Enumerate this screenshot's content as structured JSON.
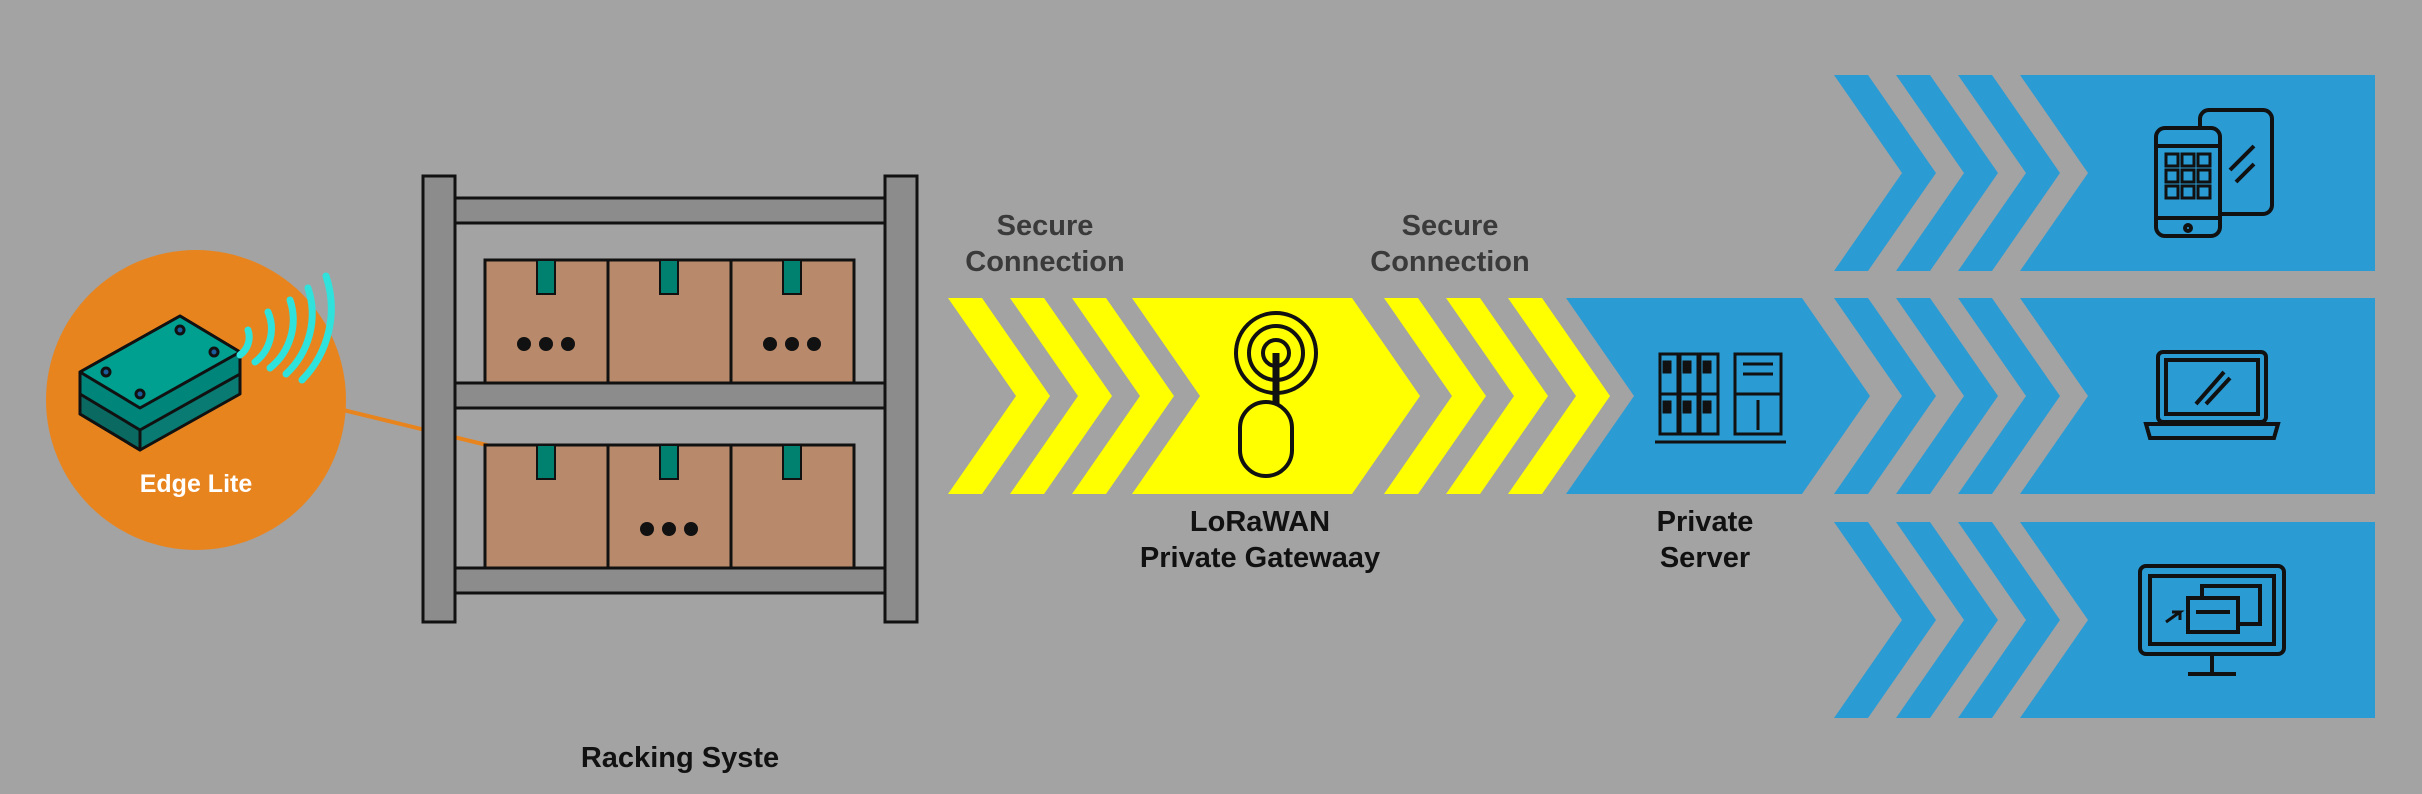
{
  "labels": {
    "edge_device": "Edge  Lite",
    "racking": "Racking Syste",
    "secure_1": [
      "Secure",
      "Connection"
    ],
    "secure_2": [
      "Secure",
      "Connection"
    ],
    "gateway": [
      "LoRaWAN",
      "Private Gatewaay"
    ],
    "server": [
      "Private",
      "Server"
    ]
  },
  "colors": {
    "background": "#a3a3a3",
    "edge_circle": "#e8841e",
    "device_body": "#00857a",
    "wifi": "#2fe3dc",
    "box": "#b88a6b",
    "box_tab": "#00806f",
    "rack_frame": "#8c8c8c",
    "yellow": "#ffff00",
    "blue": "#2b9bd4",
    "outline": "#111111"
  },
  "icons": {
    "edge_device": "sensor-device-icon",
    "wifi": "wifi-signal-icon",
    "gateway": "antenna-gateway-icon",
    "server": "server-rack-icon",
    "endpoint_1": "mobile-devices-icon",
    "endpoint_2": "laptop-icon",
    "endpoint_3": "desktop-monitor-icon"
  }
}
